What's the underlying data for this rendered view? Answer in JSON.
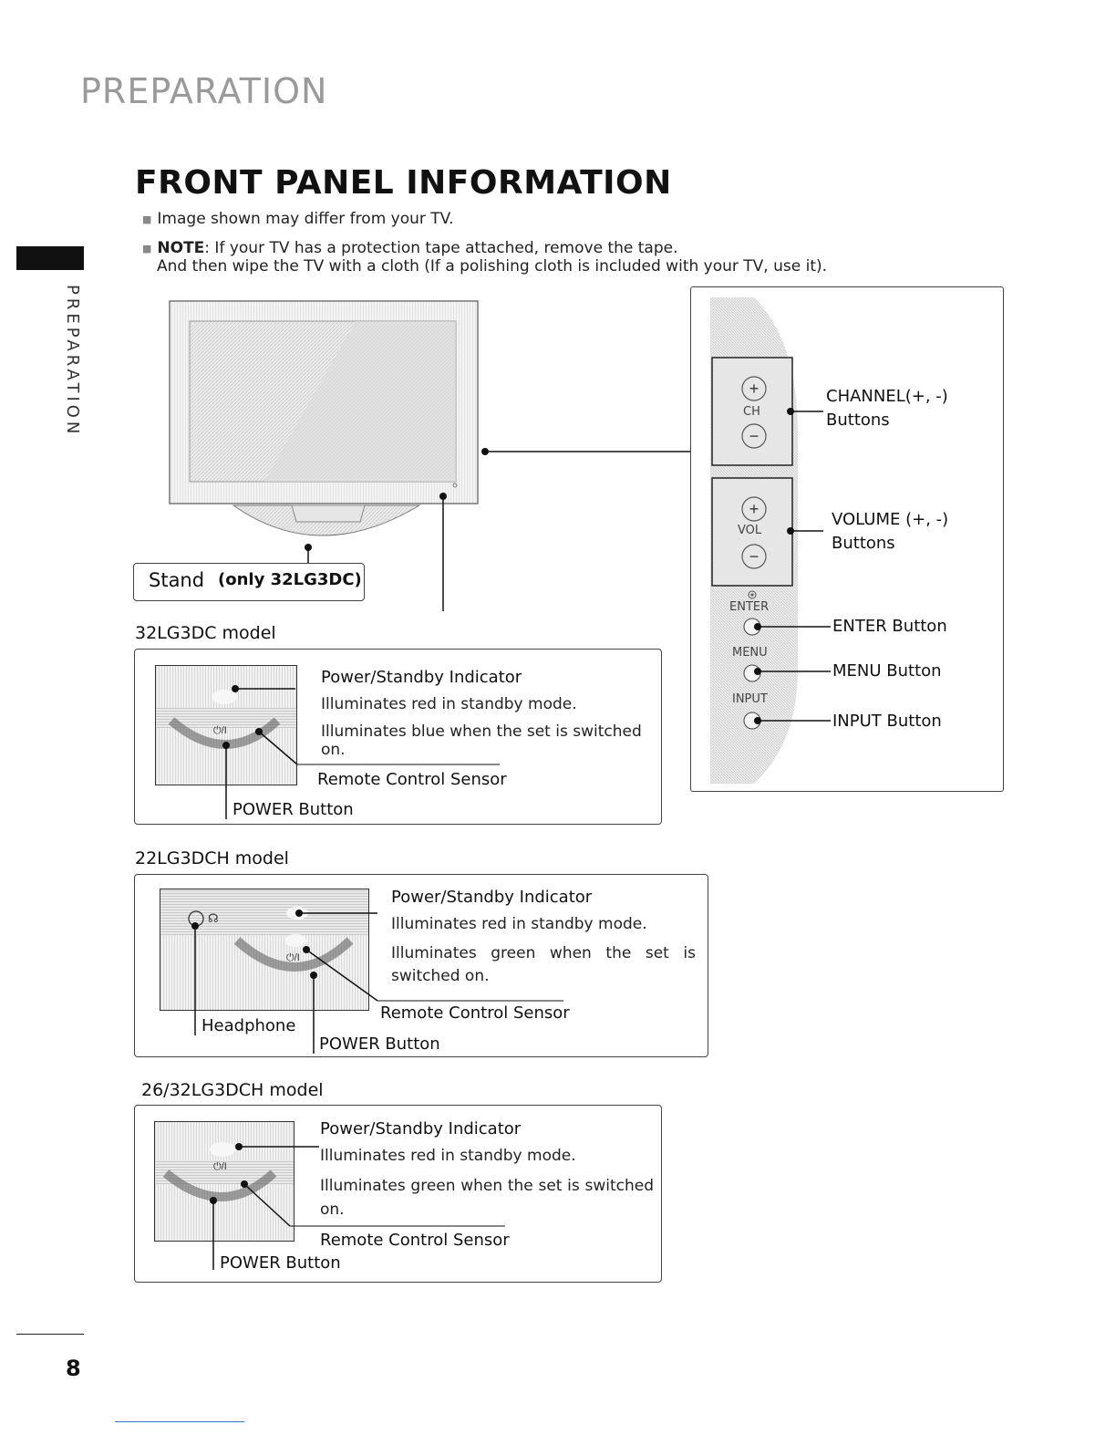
{
  "page": {
    "header": "PREPARATION",
    "side_label": "PREPARATION",
    "title": "FRONT PANEL INFORMATION",
    "page_number": "8"
  },
  "notes": {
    "line1": "Image shown may differ from your TV.",
    "note_bold": "NOTE",
    "line2": ": If your TV has a protection tape attached, remove the tape.",
    "line3": "And then wipe the TV with a cloth (If a polishing cloth is included with your TV, use it)."
  },
  "tv": {
    "stand_label": "Stand",
    "stand_note": "(only 32LG3DC)"
  },
  "side_panel": {
    "ch_text": "CH",
    "vol_text": "VOL",
    "enter_text": "ENTER",
    "menu_text": "MENU",
    "input_text": "INPUT",
    "channel_label": "CHANNEL(+, -)",
    "channel_sub": "Buttons",
    "volume_label": "VOLUME (+, -)",
    "volume_sub": "Buttons",
    "enter_label": "ENTER Button",
    "menu_label": "MENU Button",
    "input_label": "INPUT Button"
  },
  "model1": {
    "name": "32LG3DC model",
    "indicator_title": "Power/Standby Indicator",
    "desc1": "Illuminates red in standby mode.",
    "desc2": "Illuminates blue when the set is switched on.",
    "sensor": "Remote Control Sensor",
    "power": "POWER Button",
    "symbol": "⏻/I"
  },
  "model2": {
    "name": "22LG3DCH model",
    "indicator_title": "Power/Standby Indicator",
    "desc1": "Illuminates red in standby mode.",
    "desc2": "Illuminates green when the set is switched on.",
    "sensor": "Remote Control Sensor",
    "power": "POWER Button",
    "headphone": "Headphone",
    "symbol": "⏻/I"
  },
  "model3": {
    "name": "26/32LG3DCH model",
    "indicator_title": "Power/Standby Indicator",
    "desc1": "Illuminates red in standby mode.",
    "desc2": "Illuminates green when the set is switched on.",
    "sensor": "Remote Control Sensor",
    "power": "POWER Button",
    "symbol": "⏻/I"
  }
}
